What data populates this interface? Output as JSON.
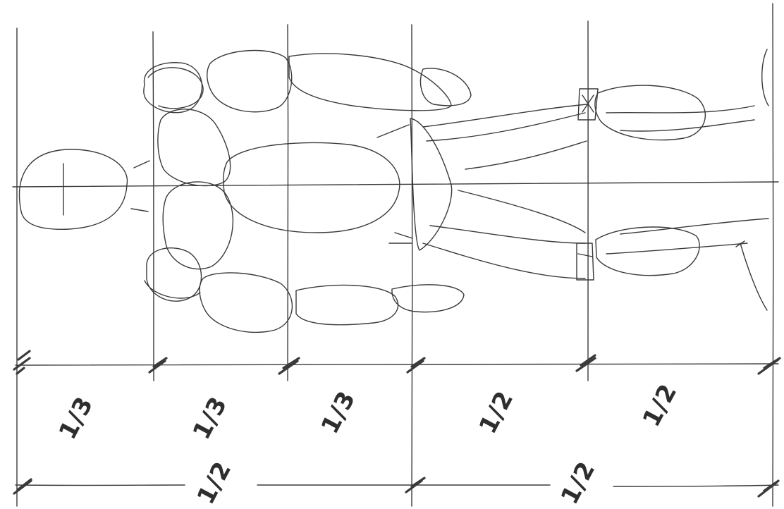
{
  "diagram": {
    "top_row_fractions": [
      "1/3",
      "1/3",
      "1/3",
      "1/2",
      "1/2"
    ],
    "bottom_row_fractions": [
      "1/2",
      "1/2"
    ]
  }
}
